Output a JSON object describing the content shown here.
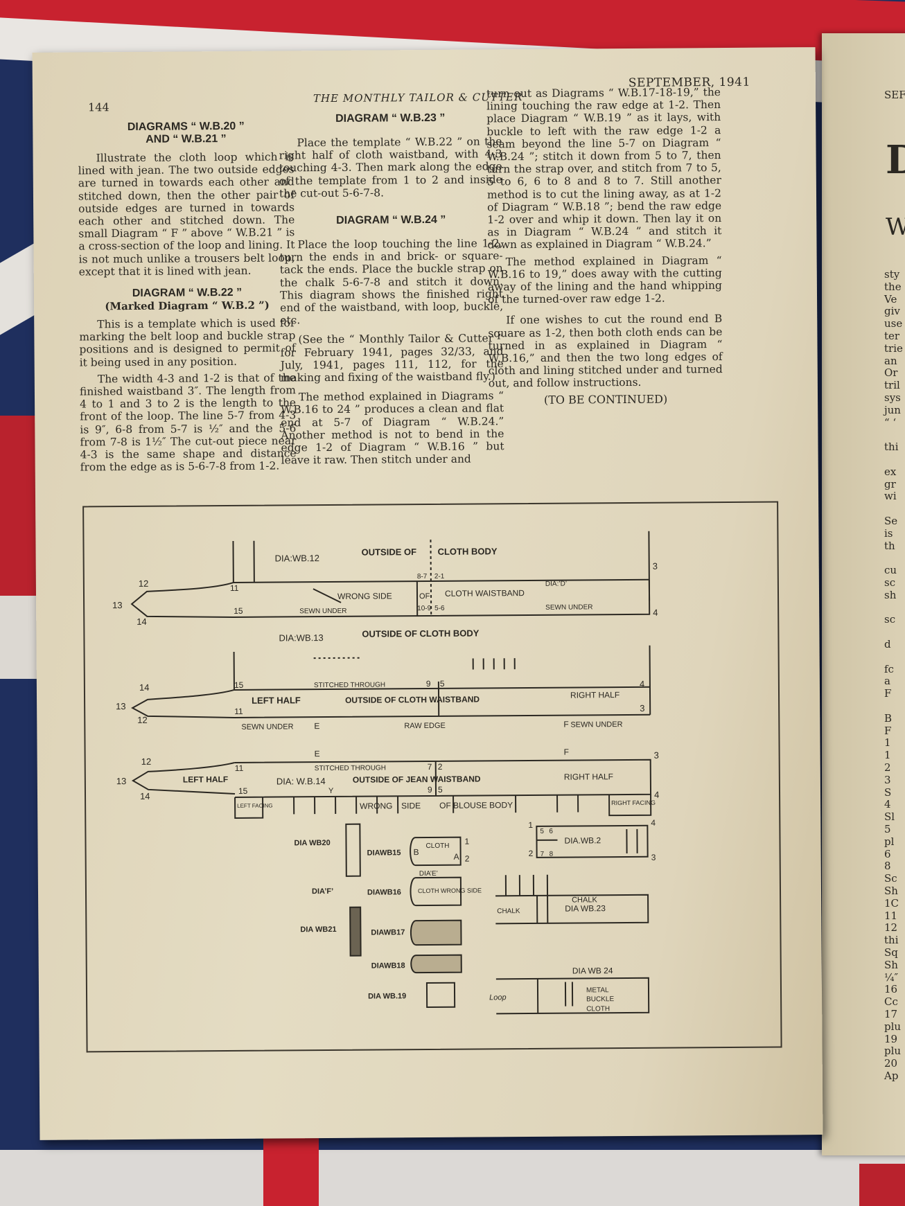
{
  "page": {
    "number": "144",
    "masthead": "THE MONTHLY TAILOR & CUTTER",
    "date": "SEPTEMBER, 1941"
  },
  "col1": {
    "h1": "DIAGRAMS “ W.B.20 ”",
    "h1b": "AND “ W.B.21 ”",
    "p1": "Illustrate the cloth loop which is lined with jean. The two outside edges are turned in towards each other and stitched down, then the other pair of outside edges are turned in towards each other and stitched down. The small Diagram “ F ” above “ W.B.21 ” is a cross-section of the loop and lining. It is not much unlike a trousers belt loop, except that it is lined with jean.",
    "h2": "DIAGRAM “ W.B.22 ”",
    "h2sub": "(Marked Diagram “ W.B.2 ”)",
    "p2": "This is a template which is used for marking the belt loop and buckle strap positions and is designed to permit of it being used in any position.",
    "p3": "The width 4-3 and 1-2 is that of the finished waistband 3″. The length from 4 to 1 and 3 to 2 is the length to the front of the loop. The line 5-7 from 4-3 is 9″, 6-8 from 5-7 is ½″ and the 5-6 from 7-8 is 1½″ The cut-out piece near 4-3 is the same shape and distance from the edge as is 5-6-7-8 from 1-2."
  },
  "col2": {
    "h1": "DIAGRAM “ W.B.23 ”",
    "p1": "Place the template “ W.B.22 ” on the right half of cloth waistband, with 4-3 touching 4-3. Then mark along the edge of the template from 1 to 2 and inside the cut-out 5-6-7-8.",
    "h2": "DIAGRAM “ W.B.24 ”",
    "p2": "Place the loop touching the line 1-2, turn the ends in and brick- or square-tack the ends. Place the buckle strap on the chalk 5-6-7-8 and stitch it down. This diagram shows the finished right end of the waistband, with loop, buckle, etc.",
    "p3": "(See the “ Monthly Tailor & Cutter ” for February 1941, pages 32/33, and July, 1941, pages 111, 112, for the making and fixing of the waistband fly.)",
    "p4": "The method explained in Diagrams “ W.B.16 to 24 ” produces a clean and flat end at 5-7 of Diagram “ W.B.24.” Another method is not to bend in the edge 1-2 of Diagram “ W.B.16 ” but leave it raw. Then stitch under and"
  },
  "col3": {
    "p1": "turn out as Diagrams “ W.B.17-18-19,” the lining touching the raw edge at 1-2. Then place Diagram “ W.B.19 ” as it lays, with buckle to left with the raw edge 1-2 a seam beyond the line 5-7 on Diagram “ W.B.24 ”; stitch it down from 5 to 7, then turn the strap over, and stitch from 7 to 5, 5 to 6, 6 to 8 and 8 to 7. Still another method is to cut the lining away, as at 1-2 of Diagram “ W.B.18 ”; bend the raw edge 1-2 over and whip it down. Then lay it on as in Diagram “ W.B.24 ” and stitch it down as explained in Diagram “ W.B.24.”",
    "p2": "The method explained in Diagram “ W.B.16 to 19,” does away with the cutting away of the lining and the hand whipping of the turned-over raw edge 1-2.",
    "p3": "If one wishes to cut the round end B square as 1-2, then both cloth ends can be turned in as explained in Diagram “ W.B.16,” and then the two long edges of cloth and lining stitched under and turned out, and follow instructions.",
    "continued": "(TO BE CONTINUED)"
  },
  "next_page": {
    "sep": "SEF",
    "big_d": "D",
    "big_w": "W",
    "lines": [
      "sty",
      "the",
      "Ve",
      "giv",
      "use",
      "ter",
      "trie",
      "an",
      "Or",
      "tril",
      "sys",
      "jun",
      "“ ‘",
      "",
      "thi",
      "",
      "ex",
      "gr",
      "wi",
      "",
      "Se",
      "is",
      "th",
      "",
      "cu",
      "sc",
      "sh",
      "",
      "sc",
      "",
      "d",
      "",
      "fc",
      "a",
      "F",
      "",
      "B",
      "F",
      "1",
      "1",
      "2",
      "3",
      "S",
      "4",
      "Sl",
      "5",
      "pl",
      "6",
      "8",
      "Sc",
      "Sh",
      "1C",
      "11",
      "12",
      "thi",
      "Sq",
      "Sh",
      "¼″",
      "16",
      "Cc",
      "17",
      "plu",
      "19",
      "plu",
      "20",
      "Ap"
    ]
  },
  "figure": {
    "d1": {
      "label": "DIA:WB.12",
      "top": "OUTSIDE OF",
      "top2": "CLOTH BODY",
      "wrong_side": "WRONG SIDE",
      "of": "OF",
      "waistband": "CLOTH WAISTBAND",
      "sewn1": "SEWN UNDER",
      "sewn2": "SEWN UNDER",
      "diad": "DIA:’D’",
      "n12": "12",
      "n13": "13",
      "n14": "14",
      "n11": "11",
      "n15": "15",
      "n3": "3",
      "n4": "4",
      "m87": "8-7",
      "m21": "2-1",
      "m109": "10-9",
      "m56": "5-6"
    },
    "d2": {
      "label": "DIA:WB.13",
      "top": "OUTSIDE OF CLOTH BODY",
      "stitched": "STITCHED THROUGH",
      "left_half": "LEFT HALF",
      "waistband": "OUTSIDE OF CLOTH WAISTBAND",
      "right_half": "RIGHT HALF",
      "sewn_under": "SEWN UNDER",
      "raw_edge": "RAW EDGE",
      "sewn_under2": "SEWN UNDER",
      "e": "E",
      "f": "F",
      "n14": "14",
      "n13": "13",
      "n12": "12",
      "n15": "15",
      "n11": "11",
      "n9": "9",
      "n5": "5",
      "n4": "4",
      "n3": "3"
    },
    "d3": {
      "label": "DIA: W.B.14",
      "stitched": "STITCHED THROUGH",
      "left_half": "LEFT HALF",
      "jean": "OUTSIDE OF JEAN WAISTBAND",
      "right_half": "RIGHT HALF",
      "wrong": "WRONG",
      "side": "SIDE",
      "blouse": "OF BLOUSE BODY",
      "left_facing": "LEFT FACING",
      "right_facing": "RIGHT FACING",
      "e": "E",
      "f": "F",
      "y": "Y",
      "n12": "12",
      "n13": "13",
      "n14": "14",
      "n11": "11",
      "n15": "15",
      "n7": "7",
      "n2": "2",
      "n9": "9",
      "n5": "5",
      "n3": "3",
      "n4": "4"
    },
    "small": {
      "wb20": "DIA WB20",
      "wb21": "DIA WB21",
      "diaf": "DIA’F’",
      "wb15": "DIAWB15",
      "wb16": "DIAWB16",
      "wb17": "DIAWB17",
      "wb18": "DIAWB18",
      "wb19": "DIA WB.19",
      "cloth": "CLOTH",
      "diae": "DIA’E’",
      "cloth_wrong_side": "CLOTH WRONG SIDE",
      "b": "B",
      "a": "A",
      "n1": "1",
      "n2": "2"
    },
    "right": {
      "wb2": "DIA.WB.2",
      "wb23": "DIA WB.23",
      "wb24": "DIA WB 24",
      "chalk": "CHALK",
      "chalk2": "CHALK",
      "loop": "Loop",
      "metal": "METAL",
      "buckle": "BUCKLE",
      "cloth": "CLOTH",
      "n1": "1",
      "n2": "2",
      "n3": "3",
      "n4": "4",
      "n5": "5",
      "n6": "6",
      "n7": "7",
      "n8": "8"
    }
  }
}
